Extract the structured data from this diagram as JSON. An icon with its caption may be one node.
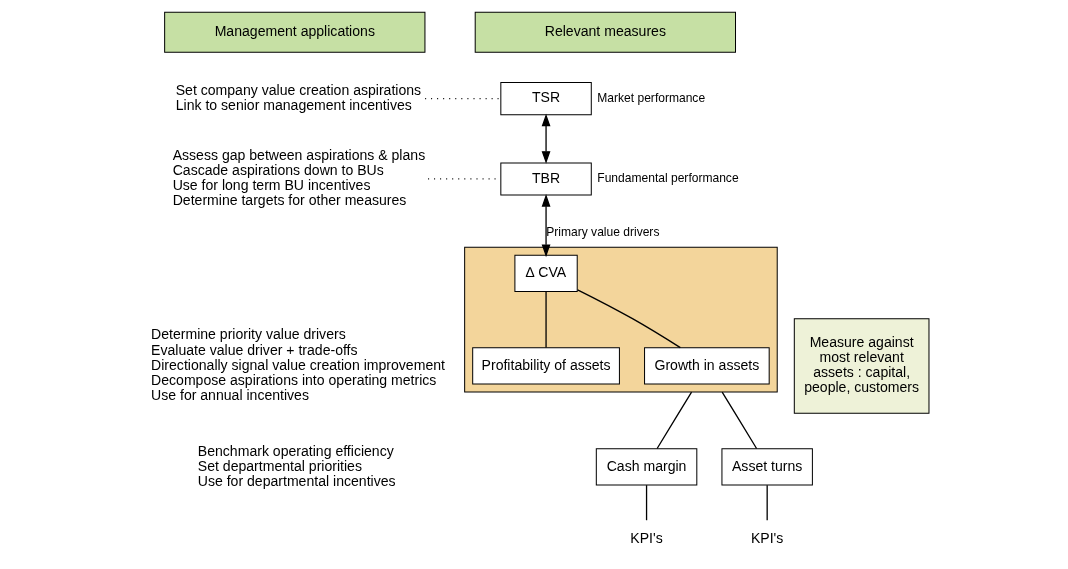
{
  "diagram": {
    "nodes": [
      {
        "text": [
          "Management applications"
        ]
      },
      {
        "text": [
          "Relevant measures"
        ]
      },
      {
        "text": [
          "Set company value creation aspirations",
          "Link to senior management incentives"
        ]
      },
      {
        "text": [
          "TSR"
        ],
        "beside": [
          "Market performance"
        ]
      },
      {
        "text": [
          "Assess gap between aspirations & plans",
          "Cascade aspirations down to BUs",
          "Use for long term BU incentives",
          "Determine targets for other measures"
        ]
      },
      {
        "text": [
          "TBR"
        ],
        "beside": [
          "Fundamental performance"
        ]
      },
      {
        "text": [],
        "shape": "box"
      },
      {
        "text": [
          "∆ CVA"
        ],
        "in": 6
      },
      {
        "text": [
          "Profitability of assets"
        ],
        "in": 6
      },
      {
        "text": [
          "Growth in assets"
        ],
        "in": 6
      },
      {
        "text": [
          "Measure against most relevant assets : capital, people, customers"
        ]
      },
      {
        "text": [
          "Cash margin"
        ]
      },
      {
        "text": [
          "Asset turns"
        ]
      },
      {
        "text": [
          "KPI's"
        ]
      },
      {
        "text": [
          "KPI's"
        ]
      }
    ],
    "edges": [
      {
        "from": 2,
        "to": 3,
        "arrow": "none",
        "style": "dashed"
      },
      {
        "from": 3,
        "to": 5,
        "arrow": "both"
      },
      {
        "from": 4,
        "to": 5,
        "arrow": "none",
        "style": "dashed"
      },
      {
        "from": 5,
        "to": 7,
        "arrow": "both",
        "label": "Primary value drivers"
      },
      {
        "from": 7,
        "to": 8,
        "arrow": "none"
      },
      {
        "from": 7,
        "to": 9,
        "arrow": "none"
      },
      {
        "from": 6,
        "to": 11,
        "arrow": "none"
      },
      {
        "from": 6,
        "to": 12,
        "arrow": "none"
      },
      {
        "from": 11,
        "to": 13,
        "arrow": "none"
      },
      {
        "from": 12,
        "to": 14,
        "arrow": "none"
      }
    ],
    "labels": [
      "Determine priority value drivers",
      "Evaluate value driver + trade-offs",
      "Directionally signal value creation improvement",
      "Decompose aspirations into operating metrics",
      "Use for annual incentives",
      "Benchmark operating efficiency",
      "Set departmental priorities",
      "Use for departmental incentives"
    ]
  }
}
